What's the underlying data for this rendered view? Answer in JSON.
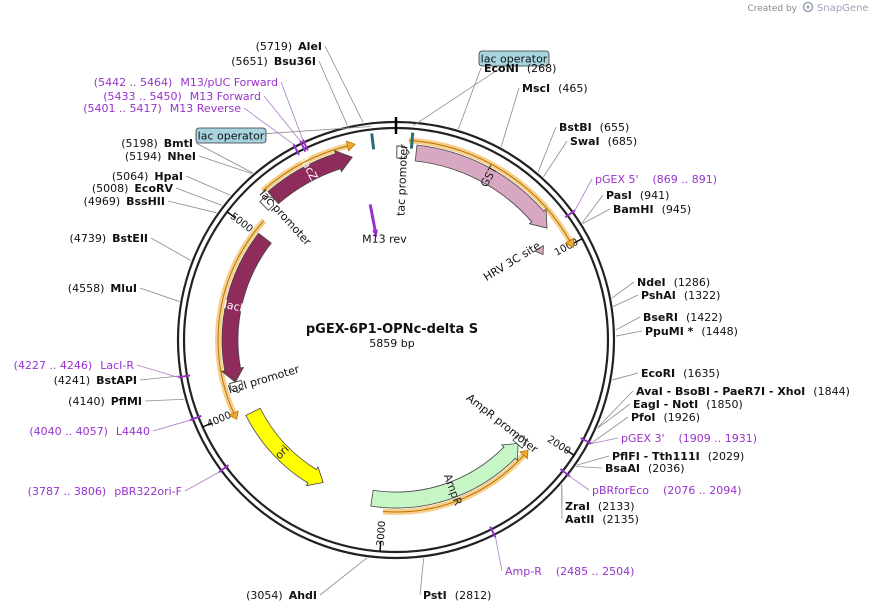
{
  "app": {
    "credit": "Created by",
    "brand": "SnapGene"
  },
  "plasmid": {
    "name": "pGEX-6P1-OPNc-delta S",
    "size_label": "5859 bp",
    "total_bp": 5859
  },
  "ticks": [
    {
      "label": "1000",
      "bp": 1000
    },
    {
      "label": "2000",
      "bp": 2000
    },
    {
      "label": "3000",
      "bp": 3000
    },
    {
      "label": "4000",
      "bp": 4000
    },
    {
      "label": "5000",
      "bp": 5000
    }
  ],
  "features": [
    {
      "label": "lacZα",
      "start": 5195,
      "end": 5640,
      "strand": 1,
      "color": "#8f2c5b",
      "label_color": "#ffffff"
    },
    {
      "label": "GST",
      "start": 100,
      "end": 870,
      "strand": 1,
      "color": "#d8a8c2",
      "label_color": "#222222"
    },
    {
      "label": "lacI",
      "start": 4155,
      "end": 5010,
      "strand": -1,
      "color": "#8f2c5b",
      "label_color": "#ffffff"
    },
    {
      "label": "ori",
      "start": 3370,
      "end": 3960,
      "strand": -1,
      "color": "#ffff00",
      "label_color": "#222222"
    },
    {
      "label": "AmpR",
      "start": 2120,
      "end": 3070,
      "strand": -1,
      "color": "#c6f5c6",
      "label_color": "#222222"
    },
    {
      "label": "HRV 3C site",
      "start": 950,
      "end": 975,
      "strand": 1,
      "color": "#d8a8c2",
      "label_color": "#222222"
    }
  ],
  "promoters": [
    {
      "label": "tac promoter",
      "bp": 40
    },
    {
      "label": "lac promoter",
      "bp": 5170
    },
    {
      "label": "lacI promoter",
      "bp": 4120
    },
    {
      "label": "AmpR promoter",
      "bp": 2090
    }
  ],
  "operators": [
    {
      "label": "lac operator",
      "bp": 5750
    },
    {
      "label": "lac operator",
      "bp": 75
    }
  ],
  "primers_inner": [
    {
      "label": "M13 rev",
      "bp": 5700
    }
  ],
  "enzymes": [
    {
      "name": "AleI",
      "pos": "(5719)",
      "bp": 5719
    },
    {
      "name": "Bsu36I",
      "pos": "(5651)",
      "bp": 5651
    },
    {
      "name": "EcoNI",
      "pos": "(268)",
      "bp": 268
    },
    {
      "name": "MscI",
      "pos": "(465)",
      "bp": 465
    },
    {
      "name": "BstBI",
      "pos": "(655)",
      "bp": 655
    },
    {
      "name": "SwaI",
      "pos": "(685)",
      "bp": 685
    },
    {
      "name": "PasI",
      "pos": "(941)",
      "bp": 941
    },
    {
      "name": "BamHI",
      "pos": "(945)",
      "bp": 945
    },
    {
      "name": "NdeI",
      "pos": "(1286)",
      "bp": 1286
    },
    {
      "name": "PshAI",
      "pos": "(1322)",
      "bp": 1322
    },
    {
      "name": "BseRI",
      "pos": "(1422)",
      "bp": 1422
    },
    {
      "name": "PpuMI *",
      "pos": "(1448)",
      "bp": 1448
    },
    {
      "name": "EcoRI",
      "pos": "(1635)",
      "bp": 1635
    },
    {
      "name": "AvaI - BsoBI - PaeR7I - XhoI",
      "pos": "(1844)",
      "bp": 1844
    },
    {
      "name": "EagI - NotI",
      "pos": "(1850)",
      "bp": 1850
    },
    {
      "name": "PfoI",
      "pos": "(1926)",
      "bp": 1926
    },
    {
      "name": "PflFI - Tth111I",
      "pos": "(2029)",
      "bp": 2029
    },
    {
      "name": "BsaAI",
      "pos": "(2036)",
      "bp": 2036
    },
    {
      "name": "ZraI",
      "pos": "(2133)",
      "bp": 2133
    },
    {
      "name": "AatII",
      "pos": "(2135)",
      "bp": 2135
    },
    {
      "name": "PstI",
      "pos": "(2812)",
      "bp": 2812
    },
    {
      "name": "AhdI",
      "pos": "(3054)",
      "bp": 3054
    },
    {
      "name": "PflMI",
      "pos": "(4140)",
      "bp": 4140
    },
    {
      "name": "BstAPI",
      "pos": "(4241)",
      "bp": 4241
    },
    {
      "name": "MluI",
      "pos": "(4558)",
      "bp": 4558
    },
    {
      "name": "BstEII",
      "pos": "(4739)",
      "bp": 4739
    },
    {
      "name": "BssHII",
      "pos": "(4969)",
      "bp": 4969
    },
    {
      "name": "EcoRV",
      "pos": "(5008)",
      "bp": 5008
    },
    {
      "name": "HpaI",
      "pos": "(5064)",
      "bp": 5064
    },
    {
      "name": "NheI",
      "pos": "(5194)",
      "bp": 5194
    },
    {
      "name": "BmtI",
      "pos": "(5198)",
      "bp": 5198
    }
  ],
  "primers": [
    {
      "name": "M13/pUC Forward",
      "pos": "(5442 .. 5464)",
      "bp": 5453
    },
    {
      "name": "M13 Forward",
      "pos": "(5433 .. 5450)",
      "bp": 5441
    },
    {
      "name": "M13 Reverse",
      "pos": "(5401 .. 5417)",
      "bp": 5409
    },
    {
      "name": "pGEX 5'",
      "pos": "(869 .. 891)",
      "bp": 880
    },
    {
      "name": "pGEX 3'",
      "pos": "(1909 .. 1931)",
      "bp": 1920
    },
    {
      "name": "pBRforEco",
      "pos": "(2076 .. 2094)",
      "bp": 2085
    },
    {
      "name": "Amp-R",
      "pos": "(2485 .. 2504)",
      "bp": 2494
    },
    {
      "name": "pBR322ori-F",
      "pos": "(3787 .. 3806)",
      "bp": 3796
    },
    {
      "name": "L4440",
      "pos": "(4040 .. 4057)",
      "bp": 4048
    },
    {
      "name": "LacI-R",
      "pos": "(4227 .. 4246)",
      "bp": 4236
    }
  ],
  "colors": {
    "backbone": "#222222",
    "orf_outline": "#f0a830",
    "primer": "#9932cc"
  }
}
